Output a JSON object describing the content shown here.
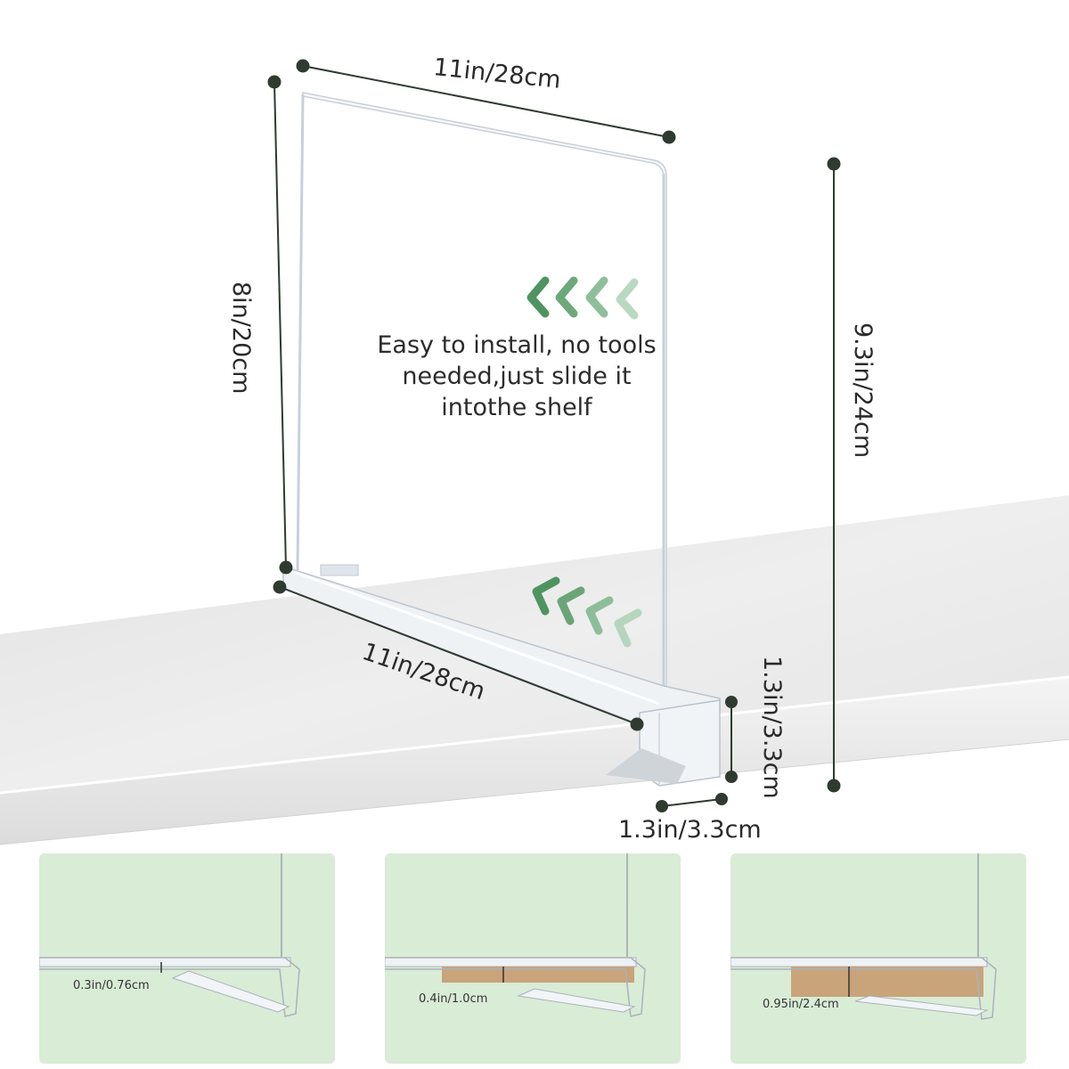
{
  "dimensions": {
    "top_width": "11in/28cm",
    "height": "8in/20cm",
    "total_height": "9.3in/24cm",
    "base_length": "11in/28cm",
    "clip_height": "1.3in/3.3cm",
    "clip_width": "1.3in/3.3cm"
  },
  "info": {
    "lines": [
      "Easy to install, no tools",
      "needed,just slide it",
      "intothe shelf"
    ]
  },
  "panels": [
    {
      "label": "0.3in/0.76cm"
    },
    {
      "label": "0.4in/1.0cm"
    },
    {
      "label": "0.95in/2.4cm"
    }
  ],
  "colors": {
    "dimension_line": "#2f3a30",
    "arrow_dark": "#4f9460",
    "arrow_light": "#b9d9c0",
    "panel_bg": "#d9ecd6",
    "wood": "#c9a37a"
  },
  "icons": [
    "double-chevron-left-icon"
  ]
}
